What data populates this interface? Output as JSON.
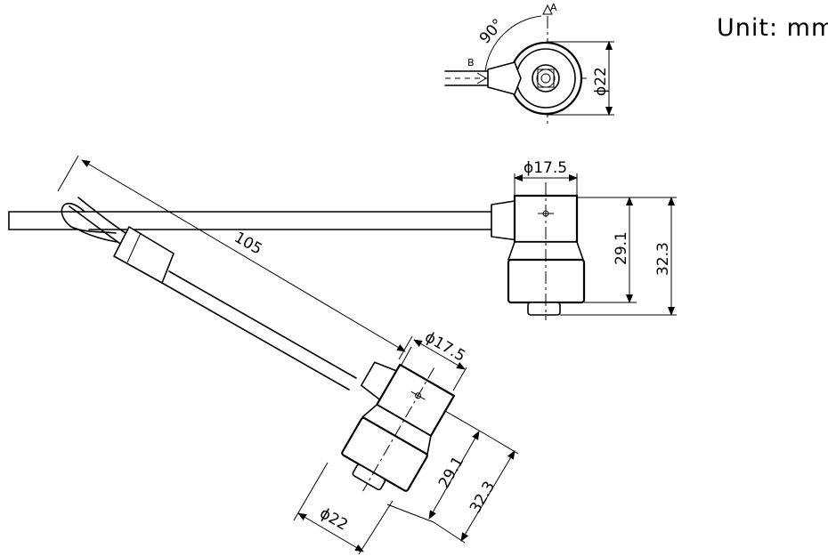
{
  "unit_label": "Unit:  mm",
  "top_view": {
    "direction_a": "A",
    "direction_b": "B",
    "angle": "90°",
    "diameter": "ϕ22"
  },
  "side_view": {
    "width": "ϕ17.5",
    "height_inner": "29.1",
    "height_outer": "32.3"
  },
  "tilted_view": {
    "cable_length": "105",
    "width_top": "ϕ17.5",
    "height_inner": "29.1",
    "height_outer": "32.3",
    "diameter_bottom": "ϕ22"
  }
}
